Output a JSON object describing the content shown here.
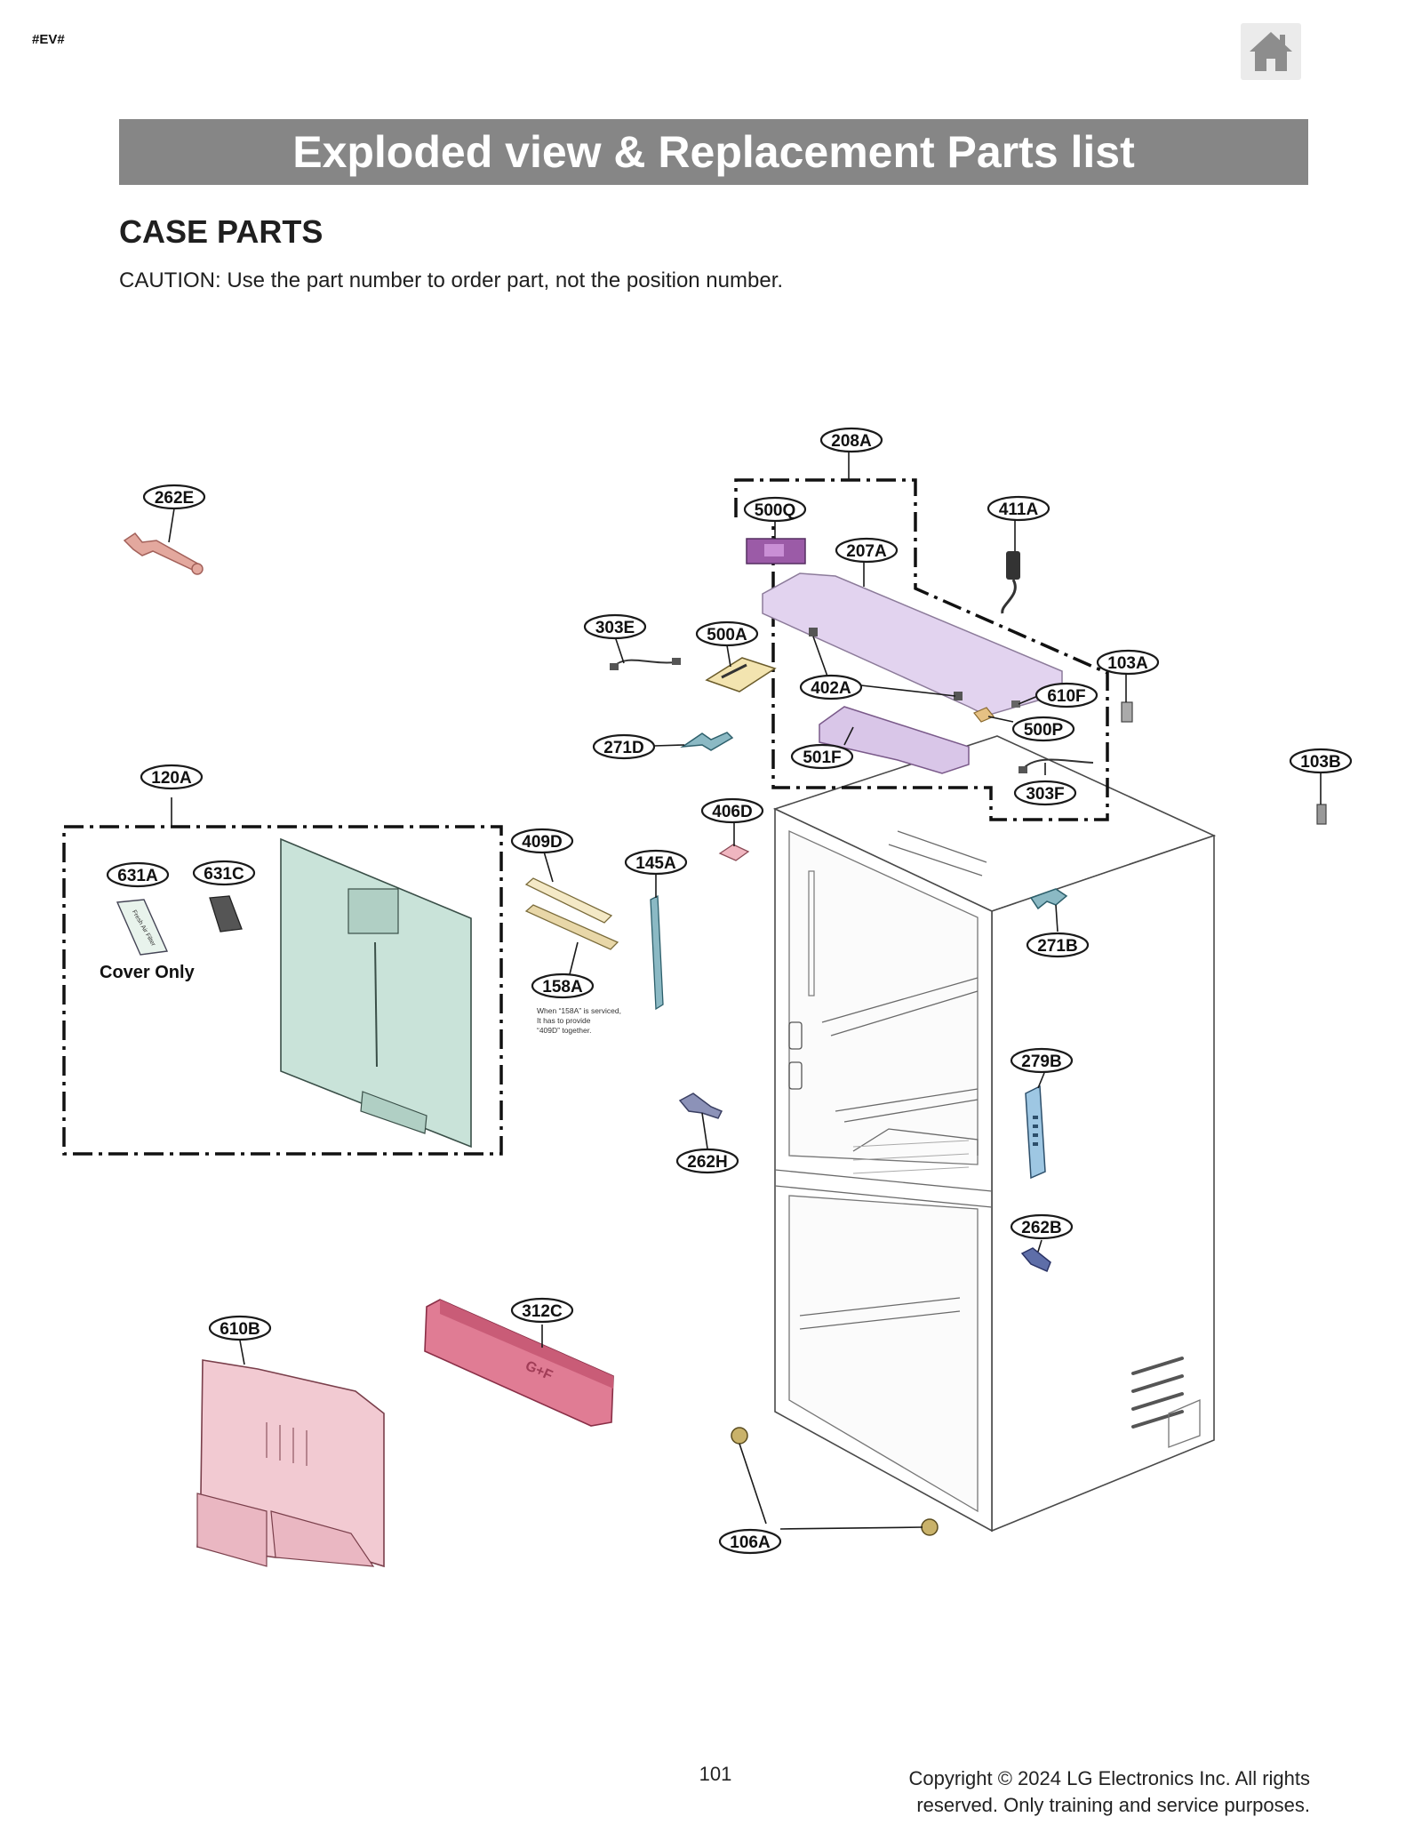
{
  "header": {
    "marker": "#EV#",
    "home_icon": "home-icon",
    "banner_title": "Exploded view & Replacement Parts list",
    "section_title": "CASE PARTS",
    "caution": "CAUTION: Use the part number to order part, not the position number."
  },
  "diagram": {
    "callouts": {
      "p208A": "208A",
      "p500Q": "500Q",
      "p411A": "411A",
      "p207A": "207A",
      "p262E": "262E",
      "p303E": "303E",
      "p500A": "500A",
      "p103A": "103A",
      "p402A": "402A",
      "p610F": "610F",
      "p500P": "500P",
      "p271D": "271D",
      "p501F": "501F",
      "p103B": "103B",
      "p120A": "120A",
      "p303F": "303F",
      "p406D": "406D",
      "p409D": "409D",
      "p145A": "145A",
      "p631A": "631A",
      "p631C": "631C",
      "p271B": "271B",
      "p158A": "158A",
      "p279B": "279B",
      "p262H": "262H",
      "p262B": "262B",
      "p312C": "312C",
      "p610B": "610B",
      "p106A": "106A"
    },
    "cover_only": "Cover Only",
    "note_158A": [
      "When “158A” is serviced,",
      "It has to provide",
      "“409D” together."
    ],
    "filter_text": "Fresh Air Filter",
    "bin_logo": "G+F",
    "colors": {
      "purple": "#d9c6e8",
      "dark_purple": "#9b5ba7",
      "green_panel": "#c9e3d9",
      "pink": "#f0c4cf",
      "deep_pink": "#e07c94",
      "teal": "#8bb9c4",
      "blue_panel": "#9ec7e3",
      "cream": "#f4e9c6",
      "tan": "#e8d7a8"
    }
  },
  "footer": {
    "page_number": "101",
    "copyright_line1": "Copyright © 2024 LG Electronics Inc. All rights",
    "copyright_line2": "reserved. Only training and service purposes."
  }
}
